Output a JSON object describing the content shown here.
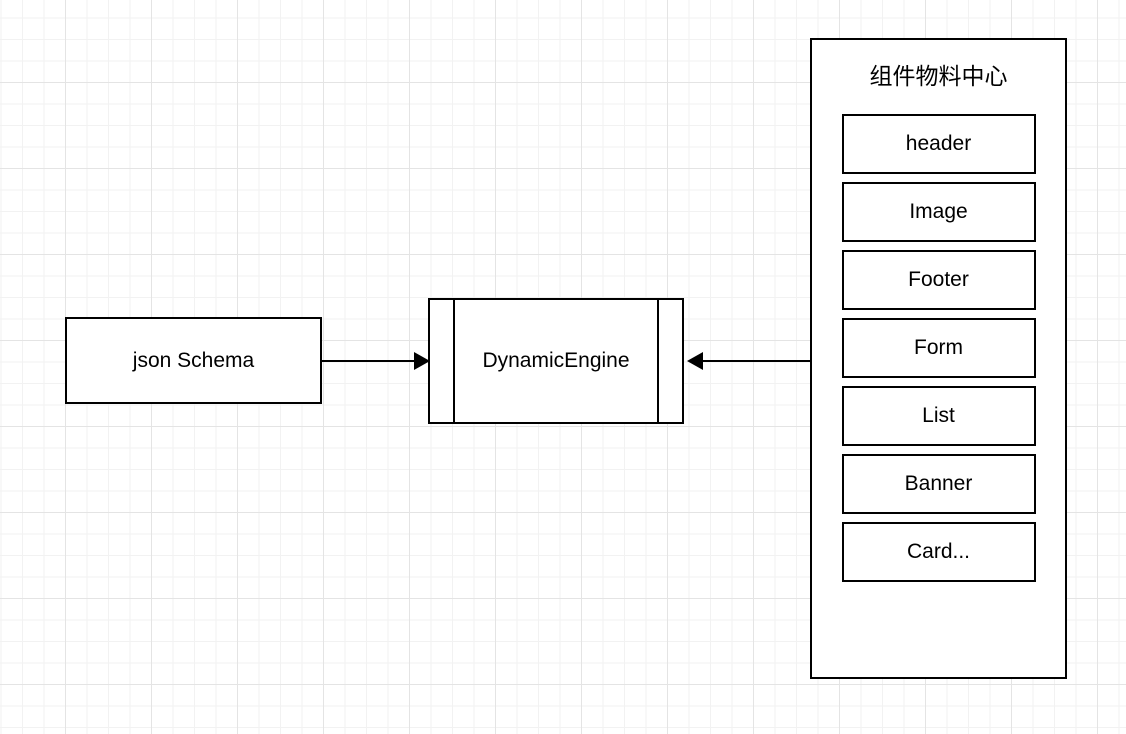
{
  "diagram": {
    "title": "",
    "background": {
      "grid": true,
      "minor_color": "#f2f2f2",
      "major_color": "#e4e4e4"
    },
    "stroke_color": "#000000",
    "fill_color": "#ffffff"
  },
  "nodes": {
    "json_schema": {
      "label": "json Schema"
    },
    "dynamic_engine": {
      "label": "DynamicEngine"
    },
    "material_center": {
      "title": "组件物料中心",
      "items": [
        {
          "label": "header"
        },
        {
          "label": "Image"
        },
        {
          "label": "Footer"
        },
        {
          "label": "Form"
        },
        {
          "label": "List"
        },
        {
          "label": "Banner"
        },
        {
          "label": "Card..."
        }
      ]
    }
  },
  "edges": [
    {
      "from": "json_schema",
      "to": "dynamic_engine",
      "direction": "right",
      "label": ""
    },
    {
      "from": "material_center",
      "to": "dynamic_engine",
      "direction": "left",
      "label": ""
    }
  ]
}
